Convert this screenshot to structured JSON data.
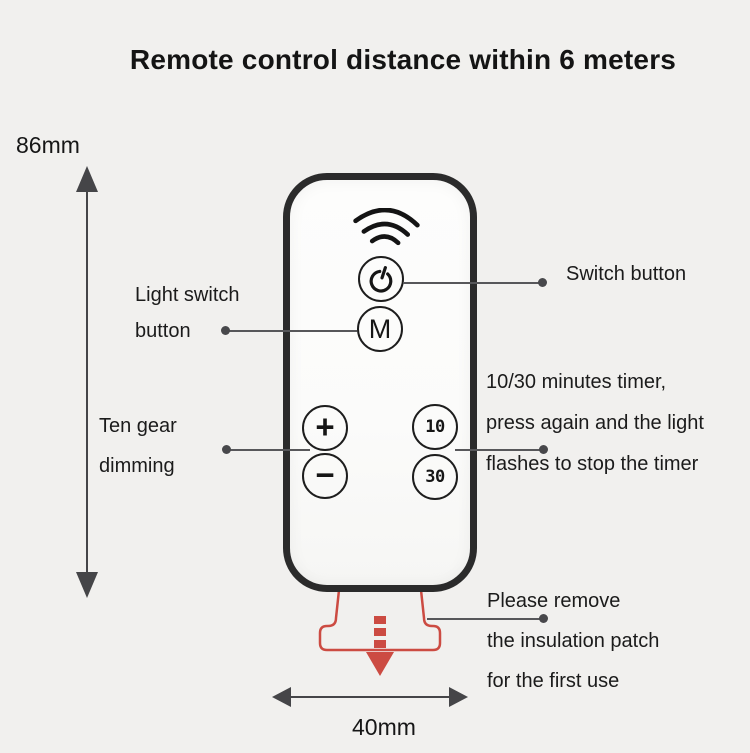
{
  "title": "Remote control distance within 6 meters",
  "dimensions": {
    "height": "86mm",
    "width": "40mm"
  },
  "remote": {
    "mode": "M",
    "plus": "+",
    "minus": "−",
    "timer10": "10",
    "timer30": "30"
  },
  "annotations": {
    "light_switch": [
      "Light switch",
      "button"
    ],
    "switch_button": "Switch button",
    "ten_gear": [
      "Ten gear",
      "dimming"
    ],
    "timer": [
      "10/30 minutes timer,",
      "press again and the light",
      "flashes to stop the timer"
    ],
    "insulation": [
      "Please remove",
      "the insulation patch",
      "for the first use"
    ]
  },
  "icons": {
    "signal": "signal-waves-icon",
    "power": "power-icon",
    "height_arrow": "vertical-double-arrow-icon",
    "width_arrow": "horizontal-double-arrow-icon",
    "pull_tab": "insulation-patch-pull-tab-icon"
  },
  "colors": {
    "background": "#f1f0ee",
    "ink": "#1b1b1b",
    "remote_outline": "#2b2b2b",
    "leader_gray": "#57575a",
    "arrow_gray": "#454548",
    "accent_red": "#cc4b42"
  }
}
